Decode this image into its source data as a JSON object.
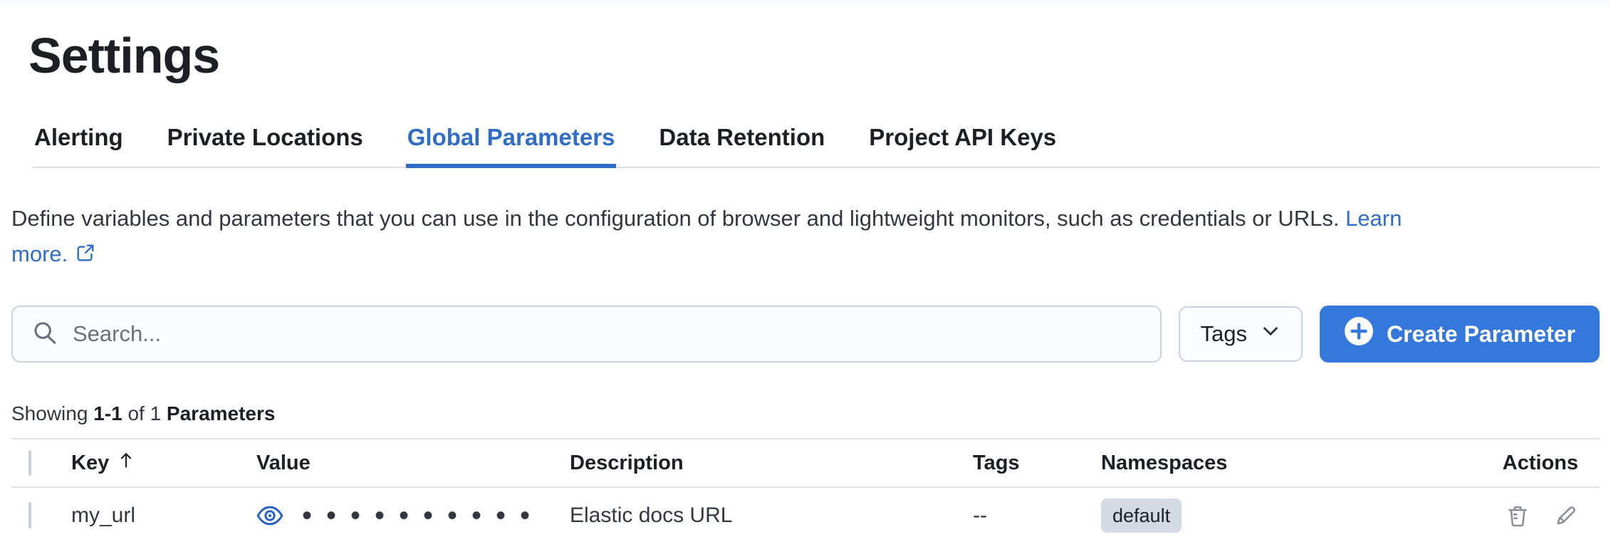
{
  "page": {
    "title": "Settings"
  },
  "tabs": [
    {
      "label": "Alerting",
      "active": false
    },
    {
      "label": "Private Locations",
      "active": false
    },
    {
      "label": "Global Parameters",
      "active": true
    },
    {
      "label": "Data Retention",
      "active": false
    },
    {
      "label": "Project API Keys",
      "active": false
    }
  ],
  "description": {
    "text": "Define variables and parameters that you can use in the configuration of browser and lightweight monitors, such as credentials or URLs.",
    "link_line1": "Learn",
    "link_line2": "more."
  },
  "toolbar": {
    "search_placeholder": "Search...",
    "tags_button_label": "Tags",
    "create_button_label": "Create Parameter"
  },
  "results_summary": {
    "showing_label": "Showing",
    "range": "1-1",
    "of_label": "of 1",
    "unit_label": "Parameters"
  },
  "table": {
    "headers": {
      "key": "Key",
      "value": "Value",
      "description": "Description",
      "tags": "Tags",
      "namespaces": "Namespaces",
      "actions": "Actions"
    },
    "rows": [
      {
        "key": "my_url",
        "masked_value": "••••••••••",
        "description": "Elastic docs URL",
        "tags": "--",
        "namespace_badge": "default"
      }
    ]
  },
  "colors": {
    "link_blue": "#2f6dc9",
    "button_blue": "#3477dd",
    "badge_bg": "#d4dae4",
    "text_dark": "#1d1f25",
    "text_body": "#343741",
    "icon_gray": "#8a8f98"
  }
}
